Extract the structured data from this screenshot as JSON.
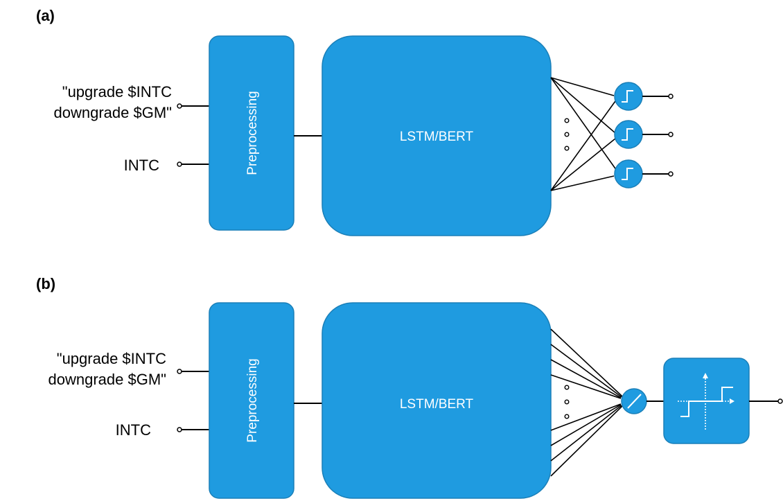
{
  "panel_a": {
    "label": "(a)",
    "input_text_line1": "\"upgrade $INTC",
    "input_text_line2": "downgrade $GM\"",
    "input_ticker": "INTC",
    "preprocessing_label": "Preprocessing",
    "model_label": "LSTM/BERT",
    "output_neurons": [
      "step-activation",
      "step-activation",
      "step-activation"
    ]
  },
  "panel_b": {
    "label": "(b)",
    "input_text_line1": "\"upgrade $INTC",
    "input_text_line2": "downgrade $GM\"",
    "input_ticker": "INTC",
    "preprocessing_label": "Preprocessing",
    "model_label": "LSTM/BERT",
    "output_neuron": "linear-activation",
    "quantizer": "staircase-quantizer"
  },
  "colors": {
    "block_fill": "#1f9be0",
    "block_stroke": "#1a7fb8",
    "wire": "#000000"
  }
}
